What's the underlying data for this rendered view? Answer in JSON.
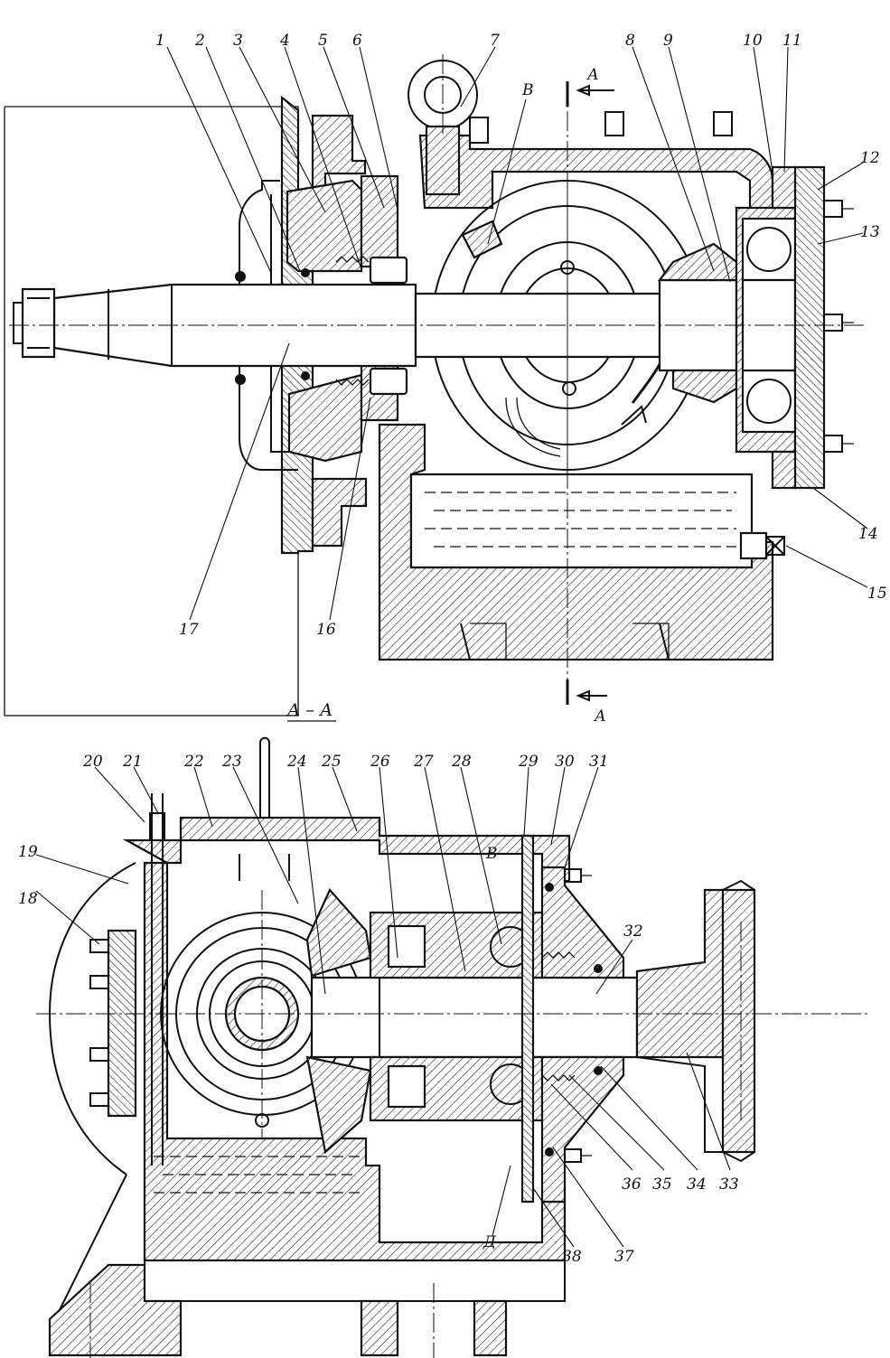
{
  "sections": {
    "top_view": {
      "name": "main-section",
      "cut_letter": "А",
      "detail_letter": "В"
    },
    "bottom_view": {
      "title": "А – А",
      "detail_letters": [
        "В",
        "Д"
      ]
    }
  },
  "callouts_top": [
    {
      "id": "c1",
      "text": "1"
    },
    {
      "id": "c2",
      "text": "2"
    },
    {
      "id": "c3",
      "text": "3"
    },
    {
      "id": "c4",
      "text": "4"
    },
    {
      "id": "c5",
      "text": "5"
    },
    {
      "id": "c6",
      "text": "6"
    },
    {
      "id": "c7",
      "text": "7"
    },
    {
      "id": "c8",
      "text": "8"
    },
    {
      "id": "c9",
      "text": "9"
    },
    {
      "id": "c10",
      "text": "10"
    },
    {
      "id": "c11",
      "text": "11"
    },
    {
      "id": "c12",
      "text": "12"
    },
    {
      "id": "c13",
      "text": "13"
    },
    {
      "id": "c14",
      "text": "14"
    },
    {
      "id": "c15",
      "text": "15"
    },
    {
      "id": "c16",
      "text": "16"
    },
    {
      "id": "c17",
      "text": "17"
    }
  ],
  "callouts_bottom": [
    {
      "id": "c18",
      "text": "18"
    },
    {
      "id": "c19",
      "text": "19"
    },
    {
      "id": "c20",
      "text": "20"
    },
    {
      "id": "c21",
      "text": "21"
    },
    {
      "id": "c22",
      "text": "22"
    },
    {
      "id": "c23",
      "text": "23"
    },
    {
      "id": "c24",
      "text": "24"
    },
    {
      "id": "c25",
      "text": "25"
    },
    {
      "id": "c26",
      "text": "26"
    },
    {
      "id": "c27",
      "text": "27"
    },
    {
      "id": "c28",
      "text": "28"
    },
    {
      "id": "c29",
      "text": "29"
    },
    {
      "id": "c30",
      "text": "30"
    },
    {
      "id": "c31",
      "text": "31"
    },
    {
      "id": "c32",
      "text": "32"
    },
    {
      "id": "c33",
      "text": "33"
    },
    {
      "id": "c34",
      "text": "34"
    },
    {
      "id": "c35",
      "text": "35"
    },
    {
      "id": "c36",
      "text": "36"
    },
    {
      "id": "c37",
      "text": "37"
    },
    {
      "id": "c38",
      "text": "38"
    }
  ]
}
